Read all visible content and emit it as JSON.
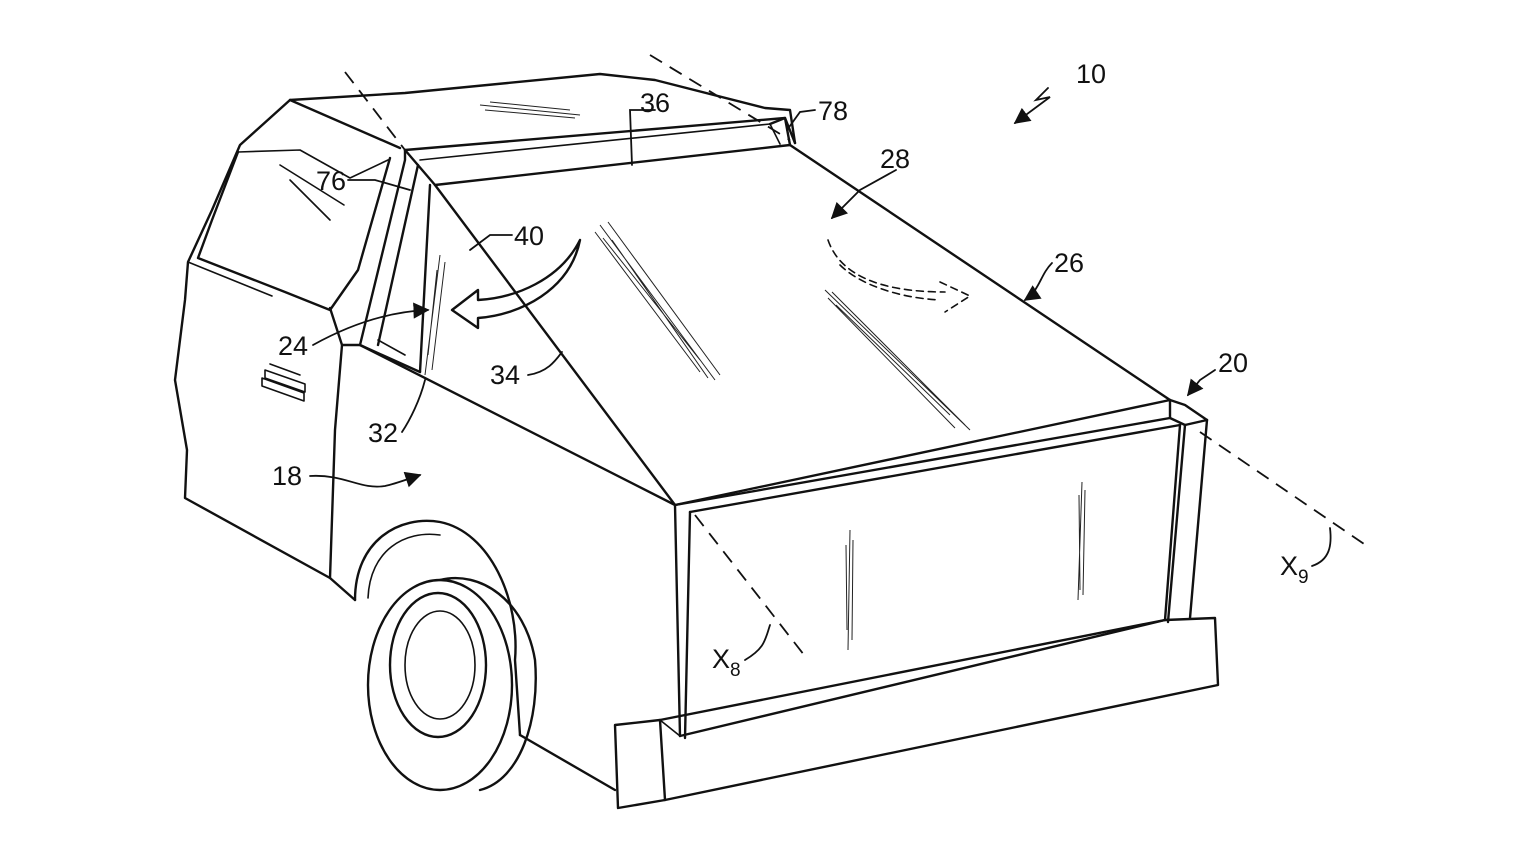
{
  "figure": {
    "reference_numerals": {
      "vehicle": "10",
      "side_panel": "18",
      "rear_panel": "20",
      "side_opening": "24",
      "top_edge": "26",
      "cover": "28",
      "door_edge": "32",
      "fold_line": "34",
      "front_edge": "36",
      "door_recess": "40",
      "left_rail": "76",
      "right_rail": "78"
    },
    "axes": [
      {
        "letter": "X",
        "sub": "8"
      },
      {
        "letter": "X",
        "sub": "9"
      }
    ]
  }
}
